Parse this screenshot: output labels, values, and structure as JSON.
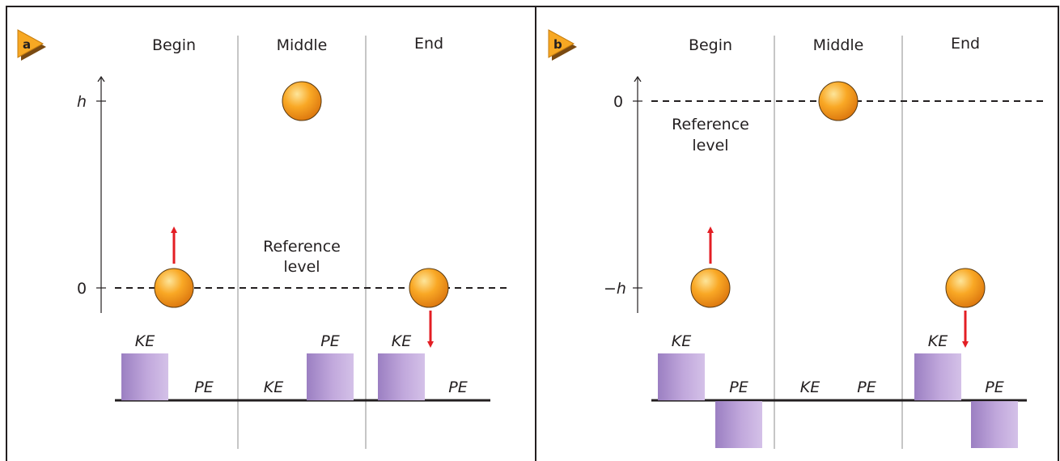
{
  "colors": {
    "frame": "#231f20",
    "ball_light": "#fde59a",
    "ball_mid": "#f9a825",
    "ball_dark": "#d9720c",
    "arrow": "#e31e24",
    "bar_light": "#d4c1e8",
    "bar_dark": "#9b7fc2",
    "tag_fill": "#f7a823"
  },
  "panels": [
    {
      "tag": "a",
      "columns": [
        "Begin",
        "Middle",
        "End"
      ],
      "axis": {
        "top_tick": "h",
        "bottom_tick": "0"
      },
      "reference_label": [
        "Reference",
        "level"
      ],
      "bars": [
        {
          "column": "Begin",
          "label": "KE",
          "value": 1
        },
        {
          "column": "Begin",
          "label": "PE",
          "value": 0
        },
        {
          "column": "Middle",
          "label": "KE",
          "value": 0
        },
        {
          "column": "Middle",
          "label": "PE",
          "value": 1
        },
        {
          "column": "End",
          "label": "KE",
          "value": 1
        },
        {
          "column": "End",
          "label": "PE",
          "value": 0
        }
      ]
    },
    {
      "tag": "b",
      "columns": [
        "Begin",
        "Middle",
        "End"
      ],
      "axis": {
        "top_tick": "0",
        "bottom_tick": "−h"
      },
      "reference_label": [
        "Reference",
        "level"
      ],
      "bars": [
        {
          "column": "Begin",
          "label": "KE",
          "value": 1
        },
        {
          "column": "Begin",
          "label": "PE",
          "value": -1
        },
        {
          "column": "Middle",
          "label": "KE",
          "value": 0
        },
        {
          "column": "Middle",
          "label": "PE",
          "value": 0
        },
        {
          "column": "End",
          "label": "KE",
          "value": 1
        },
        {
          "column": "End",
          "label": "PE",
          "value": -1
        }
      ]
    }
  ]
}
